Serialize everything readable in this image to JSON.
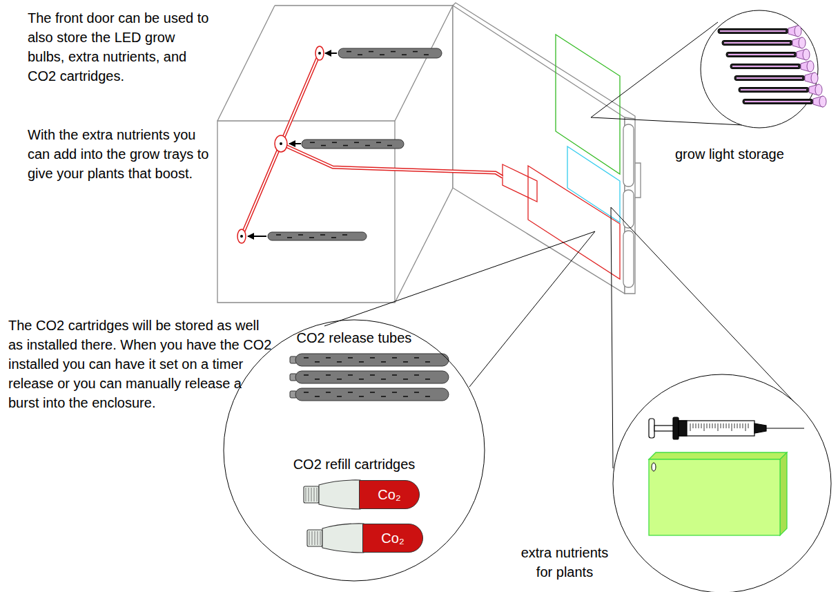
{
  "diagram": {
    "nodes": [
      {
        "text": [
          "CO2 release tubes",
          "CO2 refill cartridges"
        ]
      },
      {
        "text": [
          "Co₂"
        ],
        "in": 0
      },
      {
        "text": [
          "Co₂"
        ],
        "in": 0
      }
    ],
    "labels": [
      "The front door can be used to also store the LED grow bulbs, extra nutrients, and CO2 cartridges.",
      "With the extra nutrients you can add into the grow trays to give your plants that boost.",
      "grow light storage",
      "The CO2 cartridges will be stored as well as installed there. When you have the CO2 installed you can have it set on a timer release or you can manually release a burst into the enclosure.",
      "extra nutrients for plants"
    ]
  }
}
